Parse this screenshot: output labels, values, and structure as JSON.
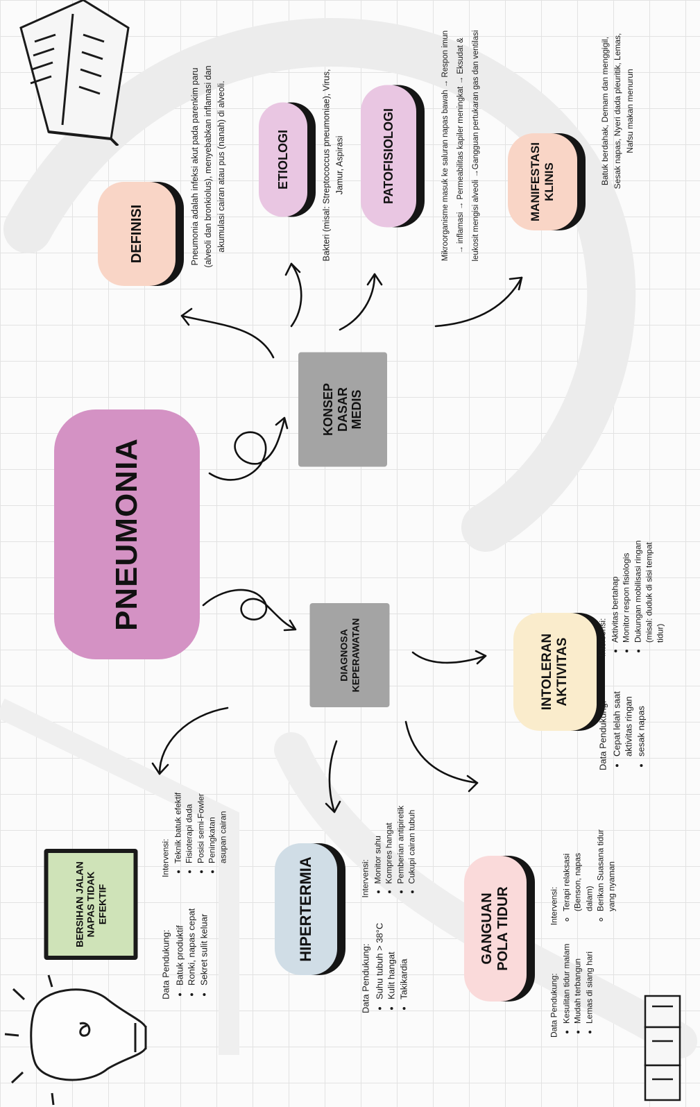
{
  "colors": {
    "title_box": "#d492c4",
    "definisi": "#f9d5c6",
    "etiologi": "#e9c6e2",
    "patofisiologi": "#e9c6e2",
    "manifestasi": "#f9d5c6",
    "konsep": "#a4a4a4",
    "diagnosa": "#a4a4a4",
    "bersihan": "#cfe3b8",
    "hipertermia": "#d0dde6",
    "intoleran": "#faeccc",
    "ganguan": "#fadada"
  },
  "title": "PNEUMONIA",
  "konsep": {
    "label": "KONSEP DASAR MEDIS",
    "definisi": {
      "label": "DEFINISI",
      "text": "Pneumonia adalah infeksi akut pada parenkim paru (alveoli dan bronkiolus), menyebabkan inflamasi dan akumulasi cairan atau pus (nanah) di alveoli."
    },
    "etiologi": {
      "label": "ETIOLOGI",
      "text": "Bakteri (misal: Streptococcus pneumoniae), Virus, Jamur, Aspirasi"
    },
    "patofisiologi": {
      "label": "PATOFISIOLOGI",
      "text": "Mikroorganisme masuk ke saluran napas bawah → Respon imun → inflamasi → Permeabilitas kapiler meningkat → Eksudat & leukosit mengisi alveoli →Gangguan pertukaran gas dan ventilasi"
    },
    "manifestasi": {
      "label": "MANIFESTASI KLINIS",
      "text": "Batuk berdahak, Demam dan menggigil, Sesak napas, Nyeri dada pleuritik, Lemas, Nafsu makan menurun"
    }
  },
  "diagnosa": {
    "label": "DIAGNOSA KEPERAWATAN",
    "bersihan": {
      "label": "BERSIHAN JALAN NAPAS TIDAK EFEKTIF",
      "data_title": "Data Pendukung:",
      "data": [
        "Batuk produktif",
        "Ronki, napas cepat",
        "Sekret sulit keluar"
      ],
      "int_title": "Intervensi:",
      "intervensi": [
        "Teknik batuk efektif",
        "Fisioterapi dada",
        "Posisi semi-Fowler",
        "Peningkatan asupan cairan"
      ]
    },
    "hipertermia": {
      "label": "HIPERTERMIA",
      "data_title": "Data Pendukung:",
      "data": [
        "Suhu tubuh > 38°C",
        "Kulit hangat",
        "Takikardia"
      ],
      "int_title": "Intervensi:",
      "intervensi": [
        "Monitor suhu",
        "Kompres hangat",
        "Pemberian antipiretik",
        "Cukupi cairan tubuh"
      ]
    },
    "ganguan": {
      "label": "GANGUAN POLA TIDUR",
      "data_title": "Data Pendukung:",
      "data": [
        "Kesulitan tidur malam",
        "Mudah terbangun",
        "Lemas di siang hari"
      ],
      "int_title": "Intervensi:",
      "intervensi": [
        "Terapi relaksasi (Benson, napas dalam)",
        "Berikan Suasana tidur yang nyaman"
      ]
    },
    "intoleran": {
      "label": "INTOLERAN AKTIVITAS",
      "data_title": "Data Pendukung:",
      "data": [
        "Cepat lelah saat aktivitas ringan",
        "sesak napas"
      ],
      "int_title": "Intervensi:",
      "intervensi": [
        "Aktivitas bertahap",
        "Monitor respon fisiologis",
        "Dukungan mobilisasi ringan (misal: duduk di sisi tempat tidur)"
      ]
    }
  }
}
